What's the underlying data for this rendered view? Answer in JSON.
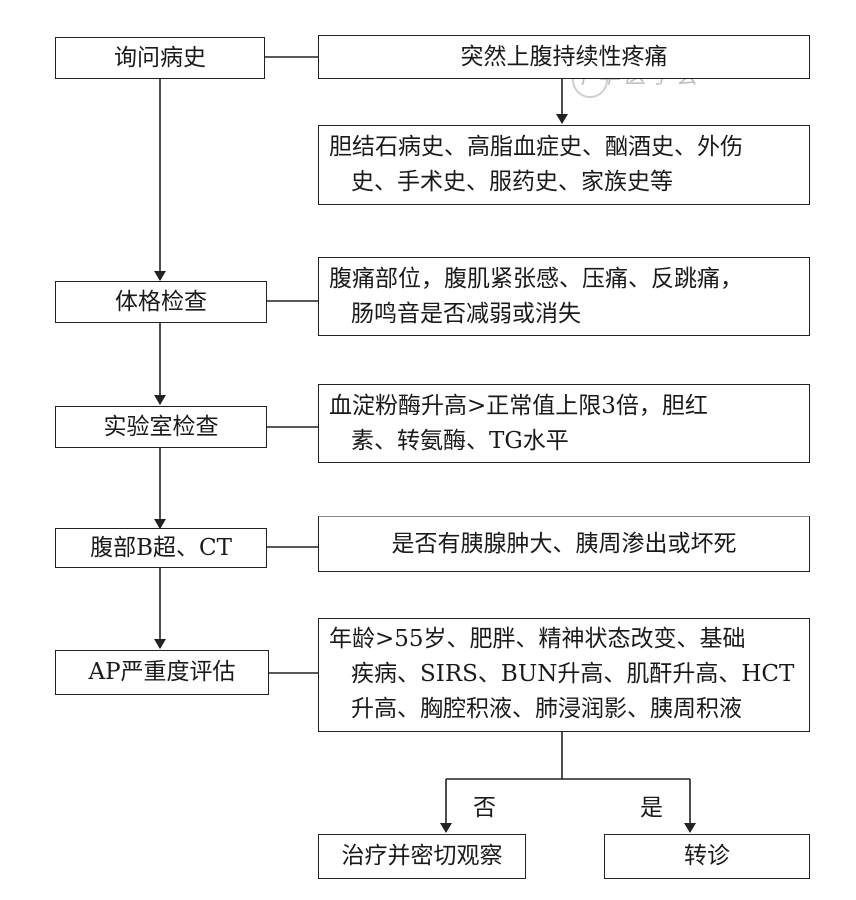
{
  "watermark": "中华医学会",
  "steps": {
    "history": "询问病史",
    "physical": "体格检查",
    "lab": "实验室检查",
    "imaging": "腹部B超、CT",
    "severity": "AP严重度评估"
  },
  "details": {
    "symptom": "突然上腹持续性疼痛",
    "history_items": [
      "胆结石病史、高脂血症史、酗酒史、外伤",
      "史、手术史、服药史、家族史等"
    ],
    "physical_items": [
      "腹痛部位，腹肌紧张感、压痛、反跳痛，",
      "肠鸣音是否减弱或消失"
    ],
    "lab_items": [
      "血淀粉酶升高>正常值上限3倍，胆红",
      "素、转氨酶、TG水平"
    ],
    "imaging_items": "是否有胰腺肿大、胰周渗出或坏死",
    "severity_items": [
      "年龄>55岁、肥胖、精神状态改变、基础",
      "疾病、SIRS、BUN升高、肌酐升高、HCT",
      "升高、胸腔积液、肺浸润影、胰周积液"
    ]
  },
  "branches": {
    "no_label": "否",
    "yes_label": "是",
    "no_outcome": "治疗并密切观察",
    "yes_outcome": "转诊"
  }
}
